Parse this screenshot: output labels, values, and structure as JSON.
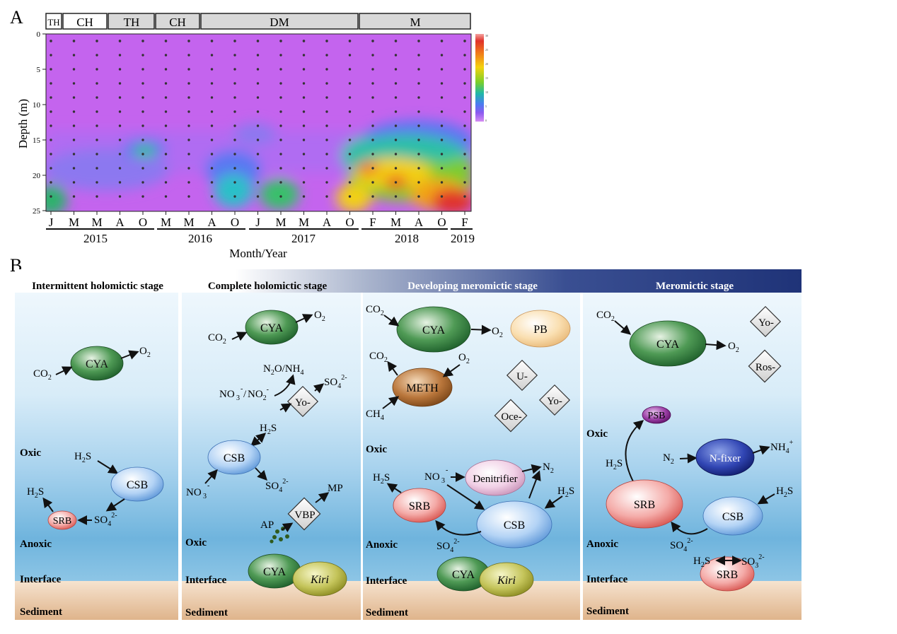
{
  "panelA": {
    "panel_label": "A",
    "stages": [
      "TH",
      "CH",
      "TH",
      "CH",
      "DM",
      "M"
    ],
    "y_ticks": [
      "0",
      "5",
      "10",
      "15",
      "20",
      "25"
    ],
    "y_label": "Depth (m)",
    "months": [
      "J",
      "M",
      "M",
      "A",
      "O",
      "M",
      "M",
      "A",
      "O",
      "J",
      "M",
      "M",
      "A",
      "O",
      "F",
      "M",
      "A",
      "O",
      "F"
    ],
    "years": [
      "2015",
      "2016",
      "2017",
      "2018",
      "2019"
    ],
    "x_label": "Month/Year",
    "colorbar_ticks": [
      "30",
      "25",
      "20",
      "15",
      "10",
      "5",
      "0"
    ]
  },
  "panelB": {
    "panel_label": "B",
    "stage_titles": [
      "Intermittent holomictic stage",
      "Complete holomictic stage",
      "Developing meromictic stage",
      "Meromictic stage"
    ],
    "layers": {
      "oxic": "Oxic",
      "anoxic": "Anoxic",
      "interface": "Interface",
      "sediment": "Sediment"
    },
    "organisms": {
      "cya": "CYA",
      "csb": "CSB",
      "srb": "SRB",
      "yo": "Yo-",
      "vbp": "VBP",
      "kiri": "Kiri",
      "pb": "PB",
      "meth": "METH",
      "u": "U-",
      "oce": "Oce-",
      "denitrifier": "Denitrifier",
      "ros": "Ros-",
      "psb": "PSB",
      "nfixer": "N-fixer"
    },
    "chemicals": {
      "co2": "CO",
      "o2": "O",
      "h2s": "H",
      "so4": "SO",
      "no3": "NO",
      "no2": "NO",
      "n2o": "N",
      "nh4": "NH",
      "ch4": "CH",
      "n2": "N",
      "so3": "SO",
      "mp": "MP",
      "ap": "AP",
      "sub2": "2",
      "sub4": "4",
      "sup_minus": "-",
      "sup_2minus": "2-",
      "sup_plus": "+",
      "s": "S",
      "slash": "/",
      "o_nh": "O/NH"
    }
  }
}
